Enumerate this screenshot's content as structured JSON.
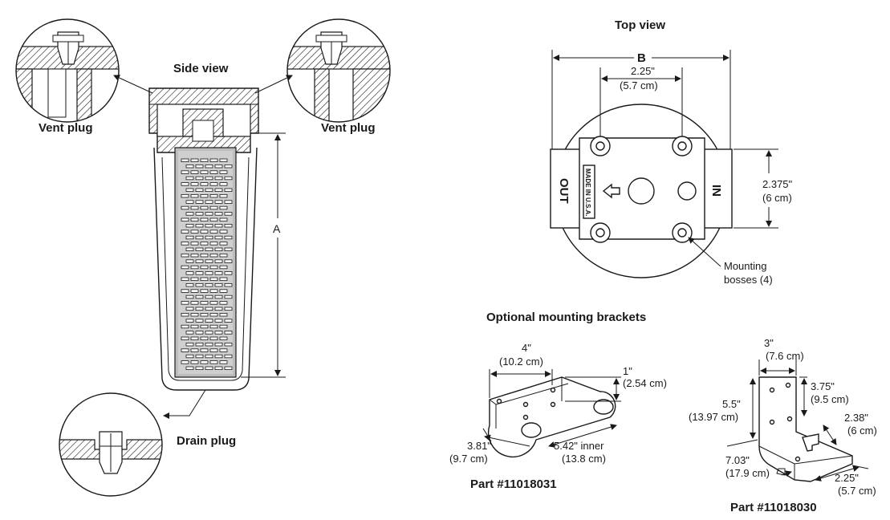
{
  "side_view": {
    "title": "Side view",
    "vent_plug_left": "Vent plug",
    "vent_plug_right": "Vent plug",
    "drain_plug": "Drain plug",
    "dim_a": "A"
  },
  "top_view": {
    "title": "Top view",
    "dim_b": "B",
    "spacing_in": "2.25\"",
    "spacing_cm": "(5.7 cm)",
    "height_in": "2.375\"",
    "height_cm": "(6 cm)",
    "port_out": "OUT",
    "port_in": "IN",
    "stamp": "MADE IN U.S.A.",
    "mounting_line1": "Mounting",
    "mounting_line2": "bosses (4)"
  },
  "brackets": {
    "title": "Optional mounting brackets",
    "bracket1": {
      "part": "Part #11018031",
      "w_in": "4\"",
      "w_cm": "(10.2 cm)",
      "h_in": "1\"",
      "h_cm": "(2.54 cm)",
      "d_in": "3.81\"",
      "d_cm": "(9.7 cm)",
      "inner_in": "5.42\" inner",
      "inner_cm": "(13.8 cm)"
    },
    "bracket2": {
      "part": "Part #11018030",
      "top_in": "3\"",
      "top_cm": "(7.6 cm)",
      "hole_in": "3.75\"",
      "hole_cm": "(9.5 cm)",
      "height_in": "5.5\"",
      "height_cm": "(13.97 cm)",
      "notch_in": "2.38\"",
      "notch_cm": "(6 cm)",
      "length_in": "7.03\"",
      "length_cm": "(17.9 cm)",
      "edge_in": "2.25\"",
      "edge_cm": "(5.7 cm)"
    }
  }
}
